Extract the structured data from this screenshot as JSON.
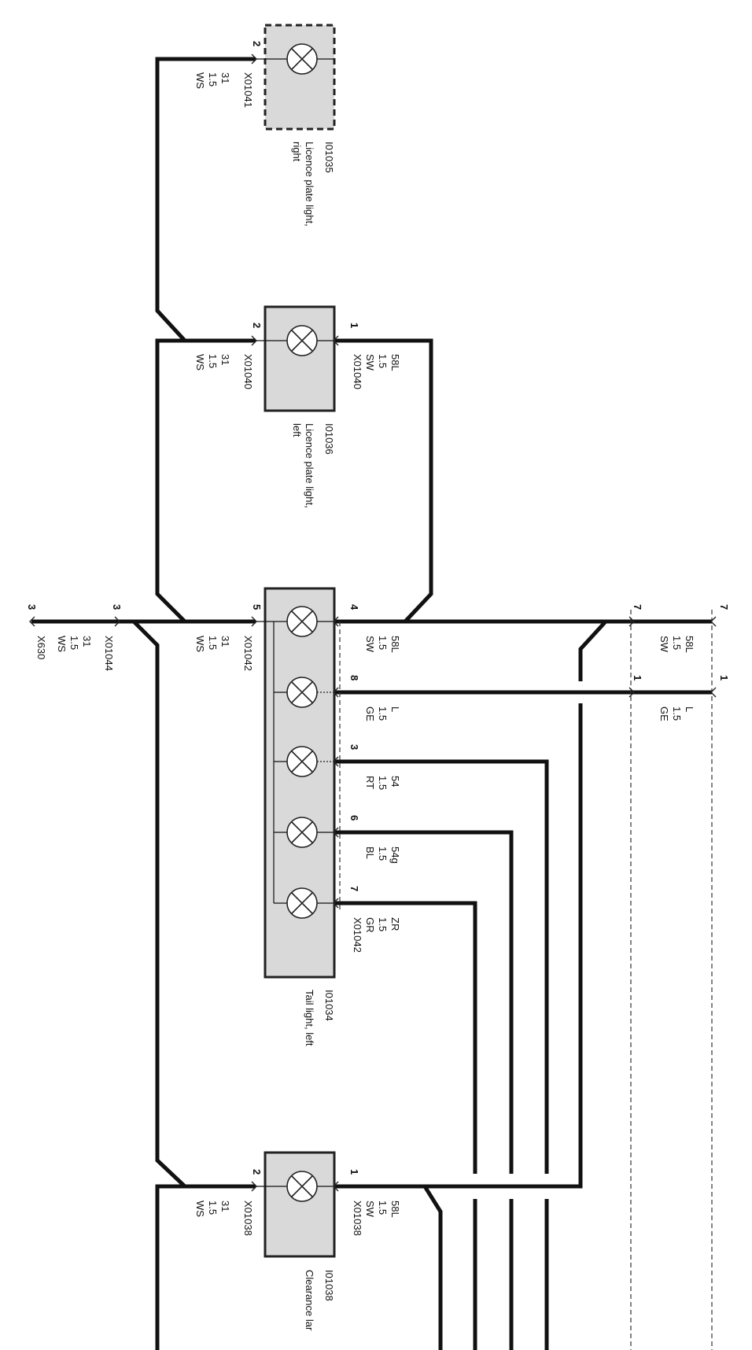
{
  "components": {
    "licence_right": {
      "id": "I01035",
      "name_line1": "Licence plate light,",
      "name_line2": "right"
    },
    "licence_left": {
      "id": "I01036",
      "name_line1": "Licence plate light,",
      "name_line2": "left"
    },
    "tail_left": {
      "id": "I01034",
      "name": "Tail light, left"
    },
    "clearance": {
      "id": "I01038",
      "name": "Clearance lar"
    }
  },
  "pins": {
    "lr_2": "2",
    "ll_2": "2",
    "ll_1": "1",
    "tl_5": "5",
    "tl_4": "4",
    "tl_8": "8",
    "tl_3": "3",
    "tl_6": "6",
    "tl_7": "7",
    "x01044_3": "3",
    "x630_3": "3",
    "cl_2": "2",
    "cl_1": "1",
    "right_7a": "7",
    "right_7b": "7",
    "right_1a": "1",
    "right_1b": "1"
  },
  "wires": {
    "w_lr": {
      "term": "31",
      "size": "1.5",
      "color": "WS",
      "conn": "X01041"
    },
    "w_ll_31": {
      "term": "31",
      "size": "1.5",
      "color": "WS",
      "conn": "X01040"
    },
    "w_ll_58": {
      "term": "58L",
      "size": "1.5",
      "color": "SW",
      "conn": "X01040"
    },
    "w_tl_31": {
      "term": "31",
      "size": "1.5",
      "color": "WS",
      "conn": "X01042"
    },
    "w_tl_58": {
      "term": "58L",
      "size": "1.5",
      "color": "SW"
    },
    "w_tl_l": {
      "term": "L",
      "size": "1.5",
      "color": "GE"
    },
    "w_tl_54": {
      "term": "54",
      "size": "1.5",
      "color": "RT"
    },
    "w_tl_54g": {
      "term": "54g",
      "size": "1.5",
      "color": "BL"
    },
    "w_tl_zr": {
      "term": "ZR",
      "size": "1.5",
      "color": "GR",
      "conn": "X01042"
    },
    "w_x01044": {
      "term": "31",
      "size": "1.5",
      "color": "WS",
      "conn": "X01044"
    },
    "w_x630": {
      "conn": "X630"
    },
    "w_cl_31": {
      "term": "31",
      "size": "1.5",
      "color": "WS",
      "conn": "X01038"
    },
    "w_cl_58": {
      "term": "58L",
      "size": "1.5",
      "color": "SW",
      "conn": "X01038"
    },
    "w_r_58": {
      "term": "58L",
      "size": "1.5",
      "color": "SW"
    },
    "w_r_l": {
      "term": "L",
      "size": "1.5",
      "color": "GE"
    }
  },
  "colors": {
    "component_fill": "#d9d9d9",
    "wire": "#111111",
    "background": "#ffffff"
  }
}
